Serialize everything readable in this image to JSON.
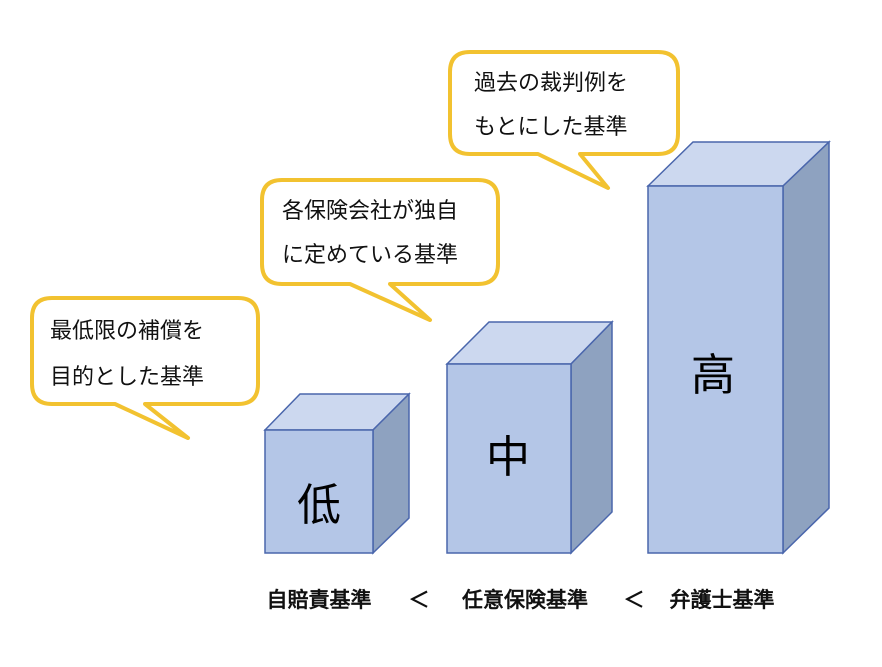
{
  "colors": {
    "front": "#b4c6e7",
    "top": "#ccd8ef",
    "side": "#8ea2c0",
    "edge": "#4a66ac",
    "callout_border": "#f2c230"
  },
  "callouts": {
    "low": {
      "line1": "最低限の補償を",
      "line2": "目的とした基準"
    },
    "mid": {
      "line1": "各保険会社が独自",
      "line2": "に定めている基準"
    },
    "high": {
      "line1": "過去の裁判例を",
      "line2": "もとにした基準"
    }
  },
  "levels": {
    "low": "低",
    "mid": "中",
    "high": "高"
  },
  "comparison": {
    "std1": "自賠責基準",
    "op1": "＜",
    "std2": "任意保険基準",
    "op2": "＜",
    "std3": "弁護士基準"
  }
}
